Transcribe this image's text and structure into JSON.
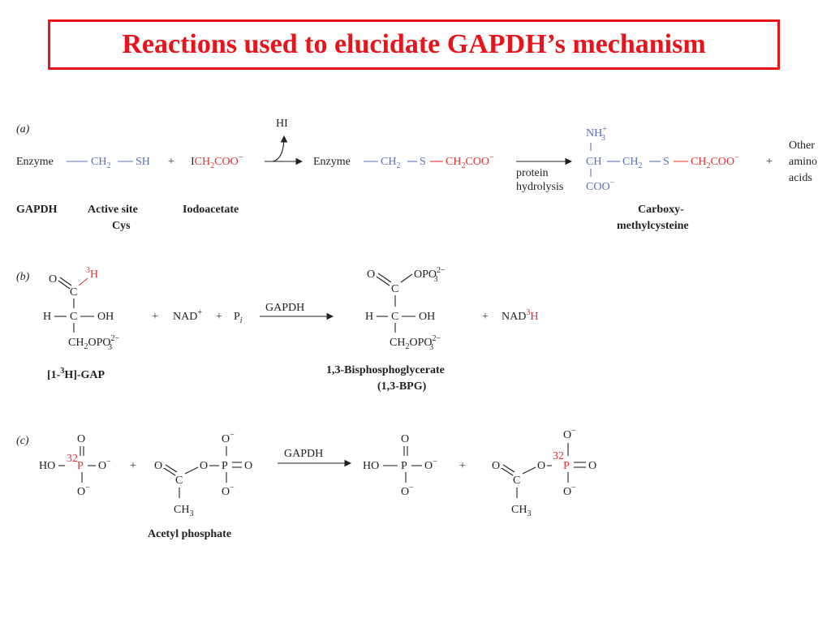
{
  "title": "Reactions used to elucidate GAPDH’s mechanism",
  "colors": {
    "title_red": "#e8141c",
    "label_red": "#e03030",
    "label_blue": "#5b6eb8"
  },
  "panel_a": {
    "label": "(a)",
    "enzyme": "Enzyme",
    "ch2": "CH",
    "sub2": "2",
    "sh": "SH",
    "plus": "+",
    "i": "I",
    "coo_minus": "COO",
    "minus": "−",
    "hi": "HI",
    "s": "S",
    "arrow_label_1": "protein",
    "arrow_label_2": "hydrolysis",
    "nh3": "NH",
    "sub3": "3",
    "plus_sup": "+",
    "ch": "CH",
    "other_1": "Other",
    "other_2": "amino",
    "other_3": "acids",
    "caption_gapdh": "GAPDH",
    "caption_active_1": "Active site",
    "caption_active_2": "Cys",
    "caption_iodo": "Iodoacetate",
    "caption_carboxy_1": "Carboxy-",
    "caption_carboxy_2": "methylcysteine"
  },
  "panel_b": {
    "label": "(b)",
    "o": "O",
    "c": "C",
    "h": "H",
    "sup3": "3",
    "oh": "OH",
    "ch2opo3": "CH",
    "opo3": "OPO",
    "sub2": "2",
    "sub3": "3",
    "sup2minus": "2−",
    "nad": "NAD",
    "plus": "+",
    "p": "P",
    "p_sub": "i",
    "enzyme_label": "GAPDH",
    "caption_gap": "[1-",
    "caption_gap_sup": "3",
    "caption_gap_end": "H]-GAP",
    "caption_bpg_1": "1,3-Bisphosphoglycerate",
    "caption_bpg_2": "(1,3-BPG)"
  },
  "panel_c": {
    "label": "(c)",
    "ho": "HO",
    "p": "P",
    "sup32": "32",
    "o": "O",
    "o_minus": "O",
    "minus": "−",
    "plus": "+",
    "c": "C",
    "ch3": "CH",
    "sub3": "3",
    "enzyme_label": "GAPDH",
    "caption_acetyl": "Acetyl phosphate"
  }
}
